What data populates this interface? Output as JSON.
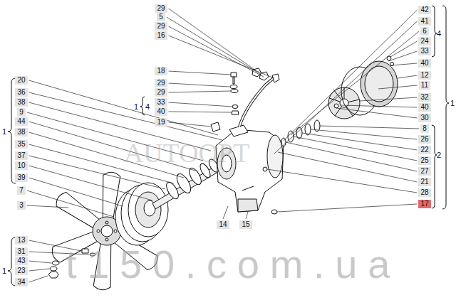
{
  "diagram": {
    "labels": [
      "29",
      "5",
      "29",
      "16",
      "42",
      "41",
      "6",
      "4",
      "24",
      "33",
      "40",
      "18",
      "29",
      "29",
      "1",
      "4",
      "33",
      "40",
      "12",
      "11",
      "32",
      "40",
      "30",
      "1",
      "19",
      "8",
      "26",
      "22",
      "2",
      "25",
      "27",
      "21",
      "28",
      "17",
      "20",
      "36",
      "38",
      "9",
      "44",
      "1",
      "38",
      "35",
      "37",
      "10",
      "39",
      "7",
      "3",
      "14",
      "15",
      "13",
      "31",
      "43",
      "1",
      "23",
      "34",
      "AUTOOPT",
      "t150.com.ua"
    ]
  }
}
